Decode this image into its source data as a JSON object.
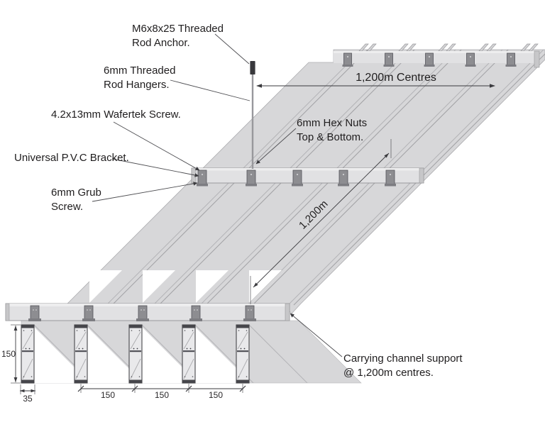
{
  "labels": {
    "rod_anchor": {
      "line1": "M6x8x25 Threaded",
      "line2": "Rod Anchor."
    },
    "rod_hangers": {
      "line1": "6mm Threaded",
      "line2": "Rod Hangers."
    },
    "wafertek": {
      "line1": "4.2x13mm Wafertek Screw."
    },
    "pvc_bracket": {
      "line1": "Universal P.V.C Bracket."
    },
    "grub_screw": {
      "line1": "6mm Grub",
      "line2": "Screw."
    },
    "hex_nuts": {
      "line1": "6mm Hex Nuts",
      "line2": "Top & Bottom."
    },
    "carrying_channel": {
      "line1": "Carrying channel support",
      "line2": "@ 1,200m centres."
    }
  },
  "dimensions": {
    "top_centres": "1,200m Centres",
    "diagonal": "1,200m",
    "batten_depth": "150",
    "batten_width": "35",
    "spacing": [
      "150",
      "150",
      "150"
    ]
  },
  "colors": {
    "batten_field_gray": "#d7d7d9",
    "channel_gray": "#e1e1e3",
    "bracket_gray": "#8d8d91",
    "hardware_dark": "#38383c",
    "line_dark": "#3a3a3e",
    "text": "#1f1d1e",
    "background": "#ffffff"
  }
}
